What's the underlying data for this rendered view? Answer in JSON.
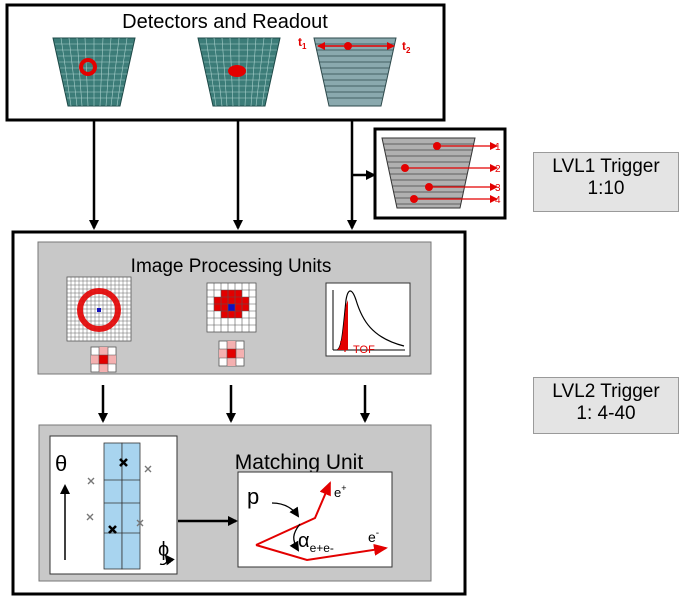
{
  "detectors": {
    "title": "Detectors and Readout",
    "tof_label_left": "t",
    "tof_label_left_sub": "1",
    "tof_label_right": "t",
    "tof_label_right_sub": "2"
  },
  "lvl1_detector": {
    "strip_labels": [
      "1",
      "2",
      "3",
      "4"
    ]
  },
  "triggers": {
    "lvl1_name": "LVL1 Trigger",
    "lvl1_ratio": "1:10",
    "lvl2_name": "LVL2 Trigger",
    "lvl2_ratio": "1: 4-40"
  },
  "image_processing": {
    "title": "Image Processing Units",
    "tof_label": "TOF"
  },
  "matching": {
    "title": "Matching Unit",
    "theta": "θ",
    "phi": "ϕ",
    "p": "p",
    "alpha": "α",
    "alpha_sub": "e+e-",
    "e_plus": "e",
    "e_plus_sup": "+",
    "e_minus": "e",
    "e_minus_sup": "-"
  },
  "colors": {
    "hit_red": "#e30000",
    "detector_teal": "#3c7c78",
    "tof_blue_gray": "#8aa9ae",
    "panel_gray": "#c8c8c8",
    "match_blue": "#a8d4ef",
    "ring_center_blue": "#1010c0",
    "light_pink": "#f4b0b0"
  }
}
